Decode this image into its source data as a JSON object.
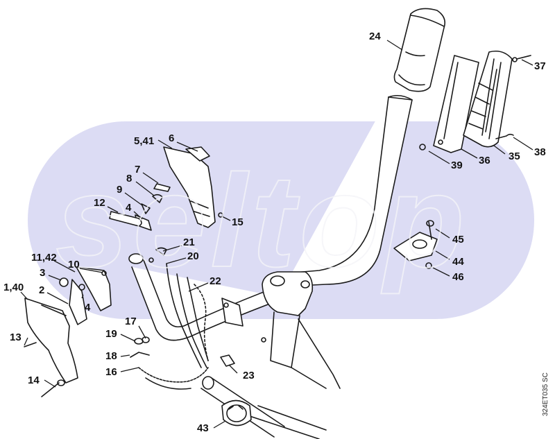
{
  "watermark": "seltop",
  "drawing_code": "324ET035 SC",
  "parts": {
    "p24": "24",
    "p37": "37",
    "p38": "38",
    "p35": "35",
    "p36": "36",
    "p39": "39",
    "p6": "6",
    "p541": "5,41",
    "p7": "7",
    "p8": "8",
    "p9": "9",
    "p12": "12",
    "p4a": "4",
    "p15": "15",
    "p21": "21",
    "p20": "20",
    "p22": "22",
    "p1142": "11,42",
    "p10": "10",
    "p3": "3",
    "p140": "1,40",
    "p2": "2",
    "p4b": "4",
    "p45": "45",
    "p44": "44",
    "p46": "46",
    "p17": "17",
    "p19": "19",
    "p18": "18",
    "p16": "16",
    "p13": "13",
    "p14": "14",
    "p23": "23",
    "p43": "43"
  }
}
